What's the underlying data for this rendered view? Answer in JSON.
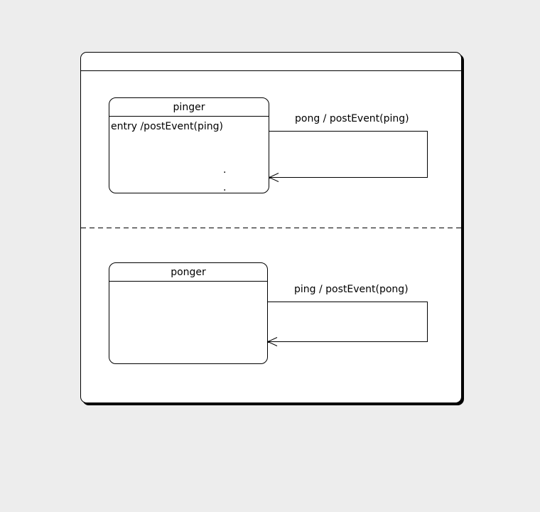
{
  "colors": {
    "page_background": "#ededed",
    "state_fill": "#ffffff",
    "line": "#000000"
  },
  "diagram": {
    "type": "uml-statechart",
    "outer_state": {
      "name": ""
    },
    "pinger": {
      "title": "pinger",
      "entry_action": "entry /postEvent(ping)",
      "ellipsis": [
        ".",
        "."
      ]
    },
    "ponger": {
      "title": "ponger"
    },
    "transitions": {
      "pinger_self": {
        "label": "pong / postEvent(ping)"
      },
      "ponger_self": {
        "label": "ping / postEvent(pong)"
      }
    }
  }
}
